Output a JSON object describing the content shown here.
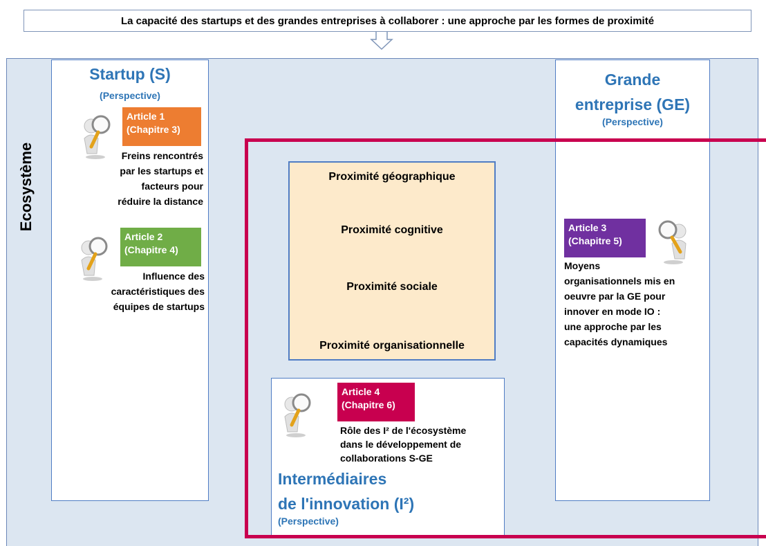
{
  "banner": {
    "text": "La capacité des startups et des grandes entreprises à collaborer : une approche par les formes de proximité"
  },
  "ecosystem": {
    "label": "Ecosystème"
  },
  "startup": {
    "title": "Startup (S)",
    "perspective": "(Perspective)",
    "article1": {
      "line1": "Article 1",
      "line2": "(Chapitre 3)",
      "color": "#ed7d31",
      "description": [
        "Freins rencontrés",
        "par les startups et",
        "facteurs pour",
        "réduire la distance"
      ]
    },
    "article2": {
      "line1": "Article 2",
      "line2": "(Chapitre 4)",
      "color": "#70ad47",
      "description": [
        "Influence des",
        "caractéristiques des",
        "équipes de startups"
      ]
    }
  },
  "grande_entreprise": {
    "title_line1": "Grande",
    "title_line2": "entreprise (GE)",
    "perspective": "(Perspective)",
    "article3": {
      "line1": "Article 3",
      "line2": "(Chapitre 5)",
      "color": "#7030a0",
      "description": [
        "Moyens",
        "organisationnels mis en",
        "oeuvre par la GE pour",
        "innover en mode IO :",
        "une approche par les",
        "capacités dynamiques"
      ]
    }
  },
  "proximites": [
    "Proximité géographique",
    "Proximité cognitive",
    "Proximité sociale",
    "Proximité organisationnelle"
  ],
  "intermediaires": {
    "title_line1": "Intermédiaires",
    "title_line2": "de l'innovation (I²)",
    "perspective": "(Perspective)",
    "article4": {
      "line1": "Article 4",
      "line2": "(Chapitre 6)",
      "color": "#c8004f",
      "description": [
        "Rôle des I² de l'écosystème",
        "dans le développement de",
        "collaborations S-GE"
      ]
    }
  },
  "colors": {
    "ecosystem_bg": "#dce6f1",
    "title_blue": "#2e75b6",
    "frame_red": "#c8004f",
    "proximity_bg": "#fdeacb"
  }
}
